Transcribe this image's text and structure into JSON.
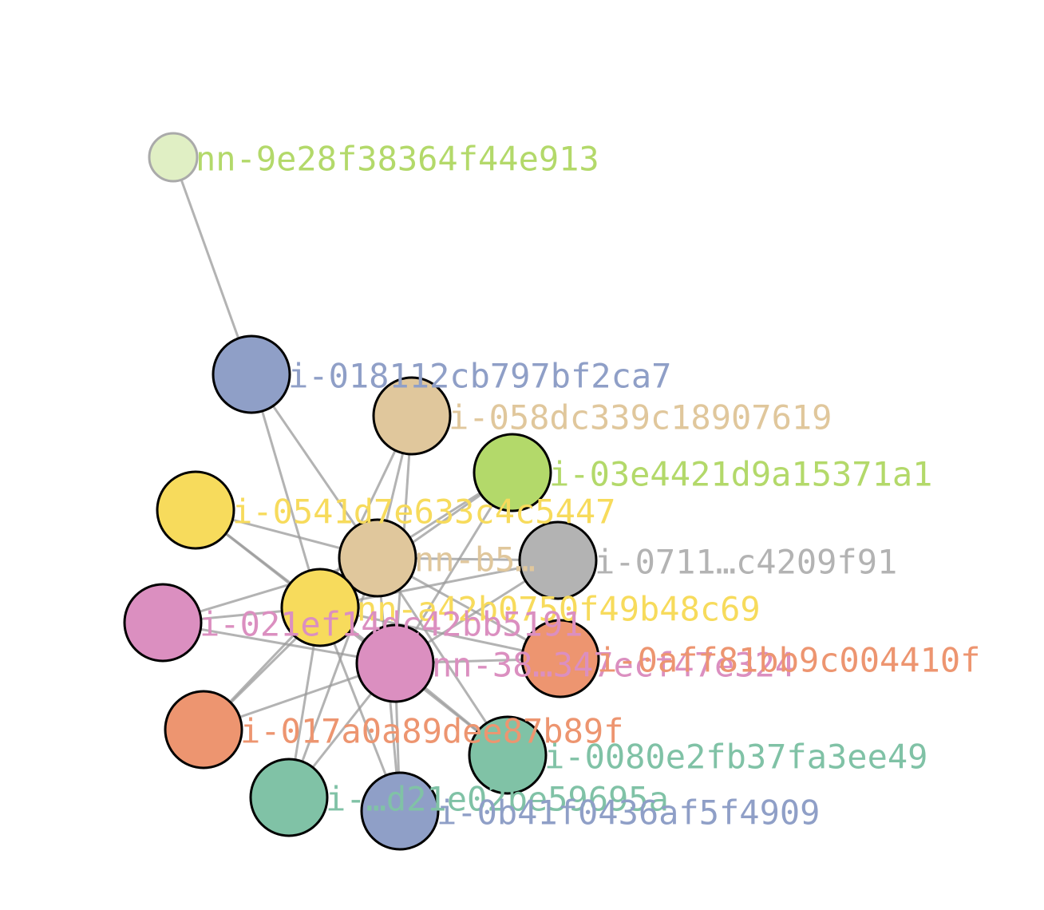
{
  "nodes": [
    {
      "id": "nn-9e28f38364f44e913",
      "label": "nn-9e28f38364f44e913",
      "color": "#b3d96a",
      "fill": "#e0efc4",
      "faded": true
    },
    {
      "id": "i-018112cb797bf2ca7",
      "label": "i-018112cb797bf2ca7",
      "color": "#8f9fc7"
    },
    {
      "id": "i-058dc339c18907619",
      "label": "i-058dc339c18907619",
      "color": "#e0c79c"
    },
    {
      "id": "i-03e4421d9a15371a1",
      "label": "i-03e4421d9a15371a1",
      "color": "#b3d96a"
    },
    {
      "id": "i-0541d7e633c4c5447",
      "label": "i-0541d7e633c4c5447",
      "color": "#f7db5c"
    },
    {
      "id": "nn-b5",
      "label": "nn-b5…",
      "color": "#e0c79c"
    },
    {
      "id": "i-0711",
      "label": "i-0711…c4209f91",
      "color": "#b3b3b3"
    },
    {
      "id": "nn-a42b0750f49b48c69",
      "label": "nn-a42b0750f49b48c69",
      "color": "#f7db5c"
    },
    {
      "id": "i-021ef14dc42bb5191",
      "label": "i-021ef14dc42bb5191",
      "color": "#db8fc0"
    },
    {
      "id": "nn-38",
      "label": "nn-38…347ecf47e324",
      "color": "#db8fc0"
    },
    {
      "id": "i-0aff81bb9c004410f",
      "label": "i-0aff81bb9c004410f",
      "color": "#ed9570"
    },
    {
      "id": "i-017a0a89dee87b89f",
      "label": "i-017a0a89dee87b89f",
      "color": "#ed9570"
    },
    {
      "id": "i-0080e2fb37fa3ee49",
      "label": "i-0080e2fb37fa3ee49",
      "color": "#80c2a6"
    },
    {
      "id": "i-d21e02be59695a",
      "label": "i-…d21e02be59695a",
      "color": "#80c2a6"
    },
    {
      "id": "i-0b41f0436af5f4909",
      "label": "i-0b41f0436af5f4909",
      "color": "#8f9fc7"
    }
  ],
  "edges": [
    [
      "nn-9e28f38364f44e913",
      "i-018112cb797bf2ca7"
    ],
    [
      "i-018112cb797bf2ca7",
      "nn-b5"
    ],
    [
      "i-018112cb797bf2ca7",
      "nn-a42b0750f49b48c69"
    ],
    [
      "i-058dc339c18907619",
      "nn-b5"
    ],
    [
      "i-058dc339c18907619",
      "nn-a42b0750f49b48c69"
    ],
    [
      "i-03e4421d9a15371a1",
      "nn-b5"
    ],
    [
      "i-03e4421d9a15371a1",
      "nn-38"
    ],
    [
      "i-03e4421d9a15371a1",
      "nn-a42b0750f49b48c69"
    ],
    [
      "i-0541d7e633c4c5447",
      "nn-b5"
    ],
    [
      "i-0541d7e633c4c5447",
      "nn-38"
    ],
    [
      "i-0541d7e633c4c5447",
      "nn-a42b0750f49b48c69"
    ],
    [
      "nn-b5",
      "i-0711"
    ],
    [
      "nn-b5",
      "i-021ef14dc42bb5191"
    ],
    [
      "nn-b5",
      "i-0aff81bb9c004410f"
    ],
    [
      "nn-b5",
      "i-017a0a89dee87b89f"
    ],
    [
      "nn-b5",
      "i-0080e2fb37fa3ee49"
    ],
    [
      "nn-b5",
      "i-d21e02be59695a"
    ],
    [
      "nn-b5",
      "i-0b41f0436af5f4909"
    ],
    [
      "nn-a42b0750f49b48c69",
      "i-0711"
    ],
    [
      "nn-a42b0750f49b48c69",
      "i-021ef14dc42bb5191"
    ],
    [
      "nn-a42b0750f49b48c69",
      "i-0aff81bb9c004410f"
    ],
    [
      "nn-a42b0750f49b48c69",
      "i-017a0a89dee87b89f"
    ],
    [
      "nn-a42b0750f49b48c69",
      "i-0080e2fb37fa3ee49"
    ],
    [
      "nn-a42b0750f49b48c69",
      "i-d21e02be59695a"
    ],
    [
      "nn-a42b0750f49b48c69",
      "i-0b41f0436af5f4909"
    ],
    [
      "nn-38",
      "i-0711"
    ],
    [
      "nn-38",
      "i-021ef14dc42bb5191"
    ],
    [
      "nn-38",
      "i-0aff81bb9c004410f"
    ],
    [
      "nn-38",
      "i-017a0a89dee87b89f"
    ],
    [
      "nn-38",
      "i-0080e2fb37fa3ee49"
    ],
    [
      "nn-38",
      "i-d21e02be59695a"
    ],
    [
      "nn-38",
      "i-0b41f0436af5f4909"
    ],
    [
      "i-058dc339c18907619",
      "nn-38"
    ]
  ]
}
